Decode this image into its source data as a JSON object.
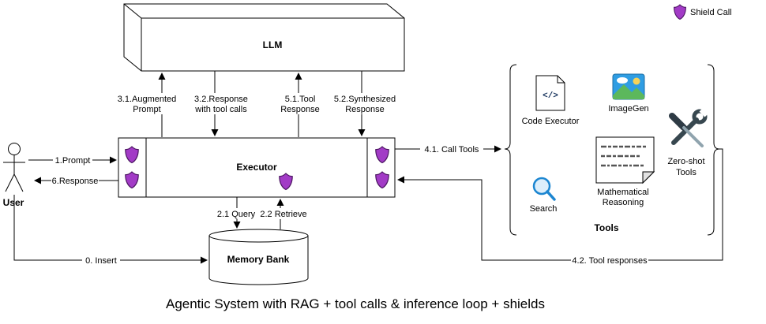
{
  "title": "Agentic System with RAG + tool calls & inference loop + shields",
  "legend": {
    "shield_call": "Shield Call"
  },
  "colors": {
    "shield_fill": "#A23BC6",
    "shield_stroke": "#4A1560",
    "search_blue": "#1C86D1",
    "image_blue": "#2F9DE3",
    "image_green": "#5CB85C",
    "image_sun": "#F7D358",
    "tool_dark": "#37474F",
    "tool_light": "#90A4AE"
  },
  "nodes": {
    "llm": {
      "label": "LLM"
    },
    "executor": {
      "label": "Executor"
    },
    "user": {
      "label": "User"
    },
    "memory_bank": {
      "label": "Memory Bank"
    },
    "tools_group": {
      "label": "Tools"
    }
  },
  "tools": {
    "code_executor": {
      "label": "Code Executor",
      "glyph": "</>"
    },
    "imagegen": {
      "label": "ImageGen"
    },
    "search": {
      "label": "Search"
    },
    "math_reasoning": {
      "line1": "Mathematical",
      "line2": "Reasoning"
    },
    "zero_shot": {
      "line1": "Zero-shot",
      "line2": "Tools"
    }
  },
  "edges": {
    "prompt": "1.Prompt",
    "response": "6.Response",
    "insert": "0. Insert",
    "query": "2.1 Query",
    "retrieve": "2.2 Retrieve",
    "augmented_prompt": {
      "line1": "3.1.Augmented",
      "line2": "Prompt"
    },
    "response_tool_calls": {
      "line1": "3.2.Response",
      "line2": "with tool calls"
    },
    "tool_response": {
      "line1": "5.1.Tool",
      "line2": "Response"
    },
    "synthesized_response": {
      "line1": "5.2.Synthesized",
      "line2": "Response"
    },
    "call_tools": "4.1. Call Tools",
    "tool_responses": "4.2. Tool responses"
  }
}
